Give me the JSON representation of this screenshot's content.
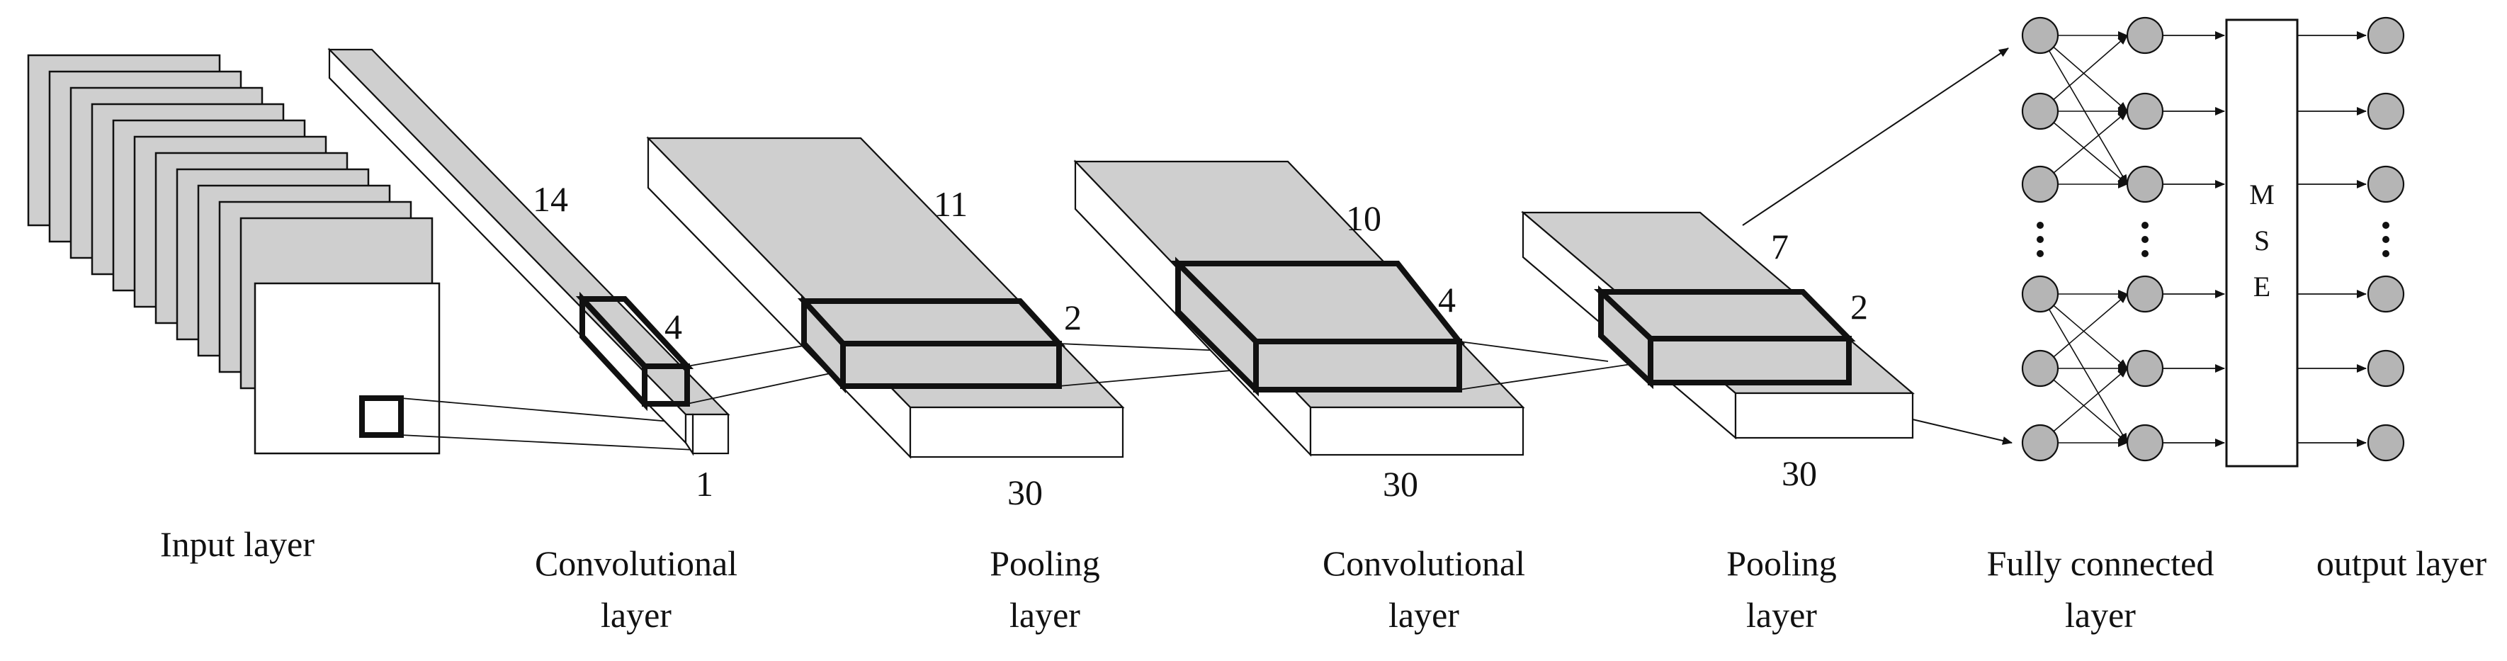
{
  "colors": {
    "face_gray": "#cfcfcf",
    "node_gray": "#b5b5b5",
    "stroke": "#111111",
    "background": "#ffffff"
  },
  "captions": {
    "input": "Input layer",
    "conv1_line1": "Convolutional",
    "conv1_line2": "layer",
    "pool1_line1": "Pooling",
    "pool1_line2": "layer",
    "conv2_line1": "Convolutional",
    "conv2_line2": "layer",
    "pool2_line1": "Pooling",
    "pool2_line2": "layer",
    "fc_line1": "Fully connected",
    "fc_line2": "layer",
    "output": "output layer"
  },
  "dimensions": {
    "conv1_len": "14",
    "conv1_kernel": "4",
    "conv1_depth": "1",
    "pool1_len": "11",
    "pool1_kernel": "2",
    "pool1_depth": "30",
    "conv2_len": "10",
    "conv2_kernel": "4",
    "conv2_depth": "30",
    "pool2_len": "7",
    "pool2_kernel": "2",
    "pool2_depth": "30"
  },
  "mse": {
    "l1": "M",
    "l2": "S",
    "l3": "E"
  },
  "dots": "•"
}
